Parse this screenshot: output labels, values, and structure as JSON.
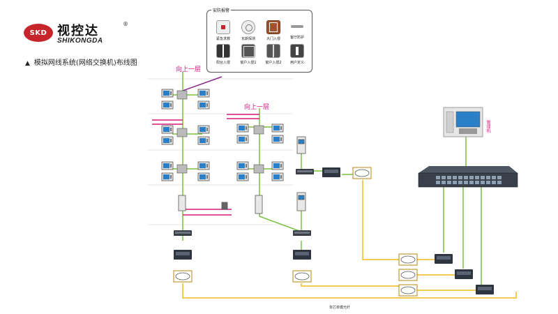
{
  "logo": {
    "badge": "SKD",
    "name_cn": "视控达",
    "reg": "®",
    "name_en": "SHIKONGDA"
  },
  "diagram_title": "模拟网线系统(网络交换机)布线图",
  "alarm_panel": {
    "title": "安防报警",
    "sensors": [
      {
        "label": "紧急求救",
        "icon": "emergency-button-icon"
      },
      {
        "label": "瓦斯探测",
        "icon": "gas-detector-icon"
      },
      {
        "label": "大门入侵",
        "icon": "door-intrusion-icon"
      },
      {
        "label": "客厅防护",
        "icon": "living-room-guard-icon"
      },
      {
        "label": "阳台入侵",
        "icon": "balcony-intrusion-icon"
      },
      {
        "label": "窗户入侵1",
        "icon": "window-intrusion-1-icon"
      },
      {
        "label": "窗户入侵2",
        "icon": "window-intrusion-2-icon"
      },
      {
        "label": "用户定义",
        "icon": "user-defined-icon"
      }
    ]
  },
  "floor_labels": {
    "left": "向上一层",
    "right": "向上一层"
  },
  "fiber_label": "单芯单模光纤",
  "mgmt_label": "管理机",
  "colors": {
    "green": "#7ac142",
    "magenta": "#d6197f",
    "purple": "#8a2b8a",
    "fiber": "#f2b81b",
    "logo_red": "#c8242b"
  }
}
